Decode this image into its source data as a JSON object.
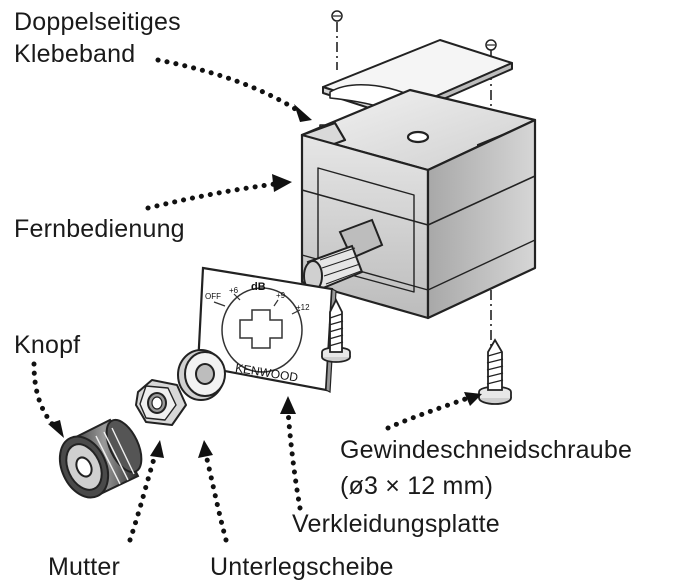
{
  "labels": {
    "tape_line1": "Doppelseitiges",
    "tape_line2": "Klebeband",
    "remote": "Fernbedienung",
    "knob": "Knopf",
    "screw_line1": "Gewindeschneidschraube",
    "screw_line2": "(ø3 × 12 mm)",
    "plate": "Verkleidungsplatte",
    "nut": "Mutter",
    "washer": "Unterlegscheibe"
  },
  "plate_markings": {
    "unit": "dB",
    "off": "OFF",
    "m1": "+6",
    "m2": "+9",
    "m3": "+12",
    "brand": "KENWOOD"
  },
  "colors": {
    "ink": "#111111",
    "outline": "#222222",
    "body_light": "#e8e8e8",
    "body_mid": "#c9c9c9",
    "body_dark": "#8a8a8a"
  }
}
